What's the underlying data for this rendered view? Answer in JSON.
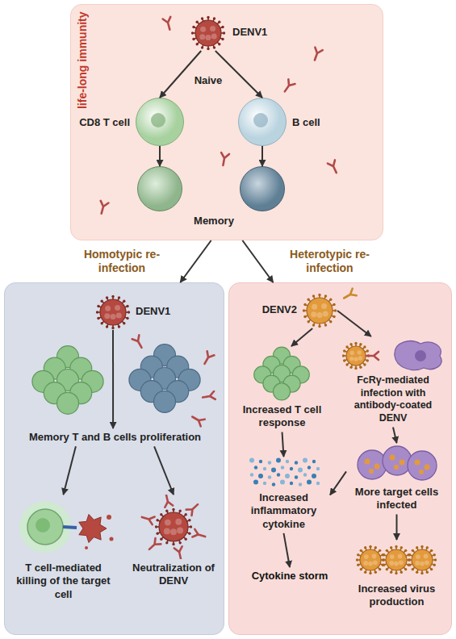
{
  "diagram": {
    "nodes": [
      {
        "text": [
          "life-long immunity"
        ]
      },
      {
        "text": [
          "DENV1"
        ],
        "in": 0
      },
      {
        "text": [
          "CD8 T cell"
        ],
        "in": 0
      },
      {
        "text": [
          "B cell"
        ],
        "in": 0
      },
      {
        "text": [
          "Memory"
        ],
        "in": 0
      },
      {
        "text": [
          "Homotypic re-infection"
        ]
      },
      {
        "text": [
          "DENV1"
        ],
        "in": 5
      },
      {
        "text": [
          "Memory T and B cells proliferation"
        ],
        "in": 5
      },
      {
        "text": [
          "T cell-mediated killing of the target cell"
        ],
        "in": 5
      },
      {
        "text": [
          "Neutralization of DENV"
        ],
        "in": 5
      },
      {
        "text": [
          "Heterotypic re-infection"
        ]
      },
      {
        "text": [
          "DENV2"
        ],
        "in": 10
      },
      {
        "text": [
          "Increased T cell response"
        ],
        "in": 10
      },
      {
        "text": [
          "FcRγ-mediated infection with antibody-coated DENV"
        ],
        "in": 10
      },
      {
        "text": [
          "More target cells infected"
        ],
        "in": 10
      },
      {
        "text": [
          "Increased inflammatory cytokine"
        ],
        "in": 10
      },
      {
        "text": [
          "Cytokine storm"
        ],
        "in": 10
      },
      {
        "text": [
          "Increased virus production"
        ],
        "in": 10
      }
    ],
    "edges": [
      {
        "from": 1,
        "to": 2,
        "arrow": "to"
      },
      {
        "from": 1,
        "to": 3,
        "arrow": "to"
      },
      {
        "from": 2,
        "to": 4,
        "arrow": "to"
      },
      {
        "from": 3,
        "to": 4,
        "arrow": "to"
      },
      {
        "from": 0,
        "to": 5,
        "arrow": "to"
      },
      {
        "from": 0,
        "to": 10,
        "arrow": "to"
      },
      {
        "from": 6,
        "to": 7,
        "arrow": "to"
      },
      {
        "from": 7,
        "to": 8,
        "arrow": "to"
      },
      {
        "from": 7,
        "to": 9,
        "arrow": "to"
      },
      {
        "from": 11,
        "to": 12,
        "arrow": "to"
      },
      {
        "from": 11,
        "to": 13,
        "arrow": "to"
      },
      {
        "from": 13,
        "to": 14,
        "arrow": "to"
      },
      {
        "from": 12,
        "to": 15,
        "arrow": "to"
      },
      {
        "from": 14,
        "to": 15,
        "arrow": "to"
      },
      {
        "from": 15,
        "to": 16,
        "arrow": "to"
      },
      {
        "from": 14,
        "to": 17,
        "arrow": "to"
      }
    ],
    "labels": [
      "Naive"
    ]
  }
}
